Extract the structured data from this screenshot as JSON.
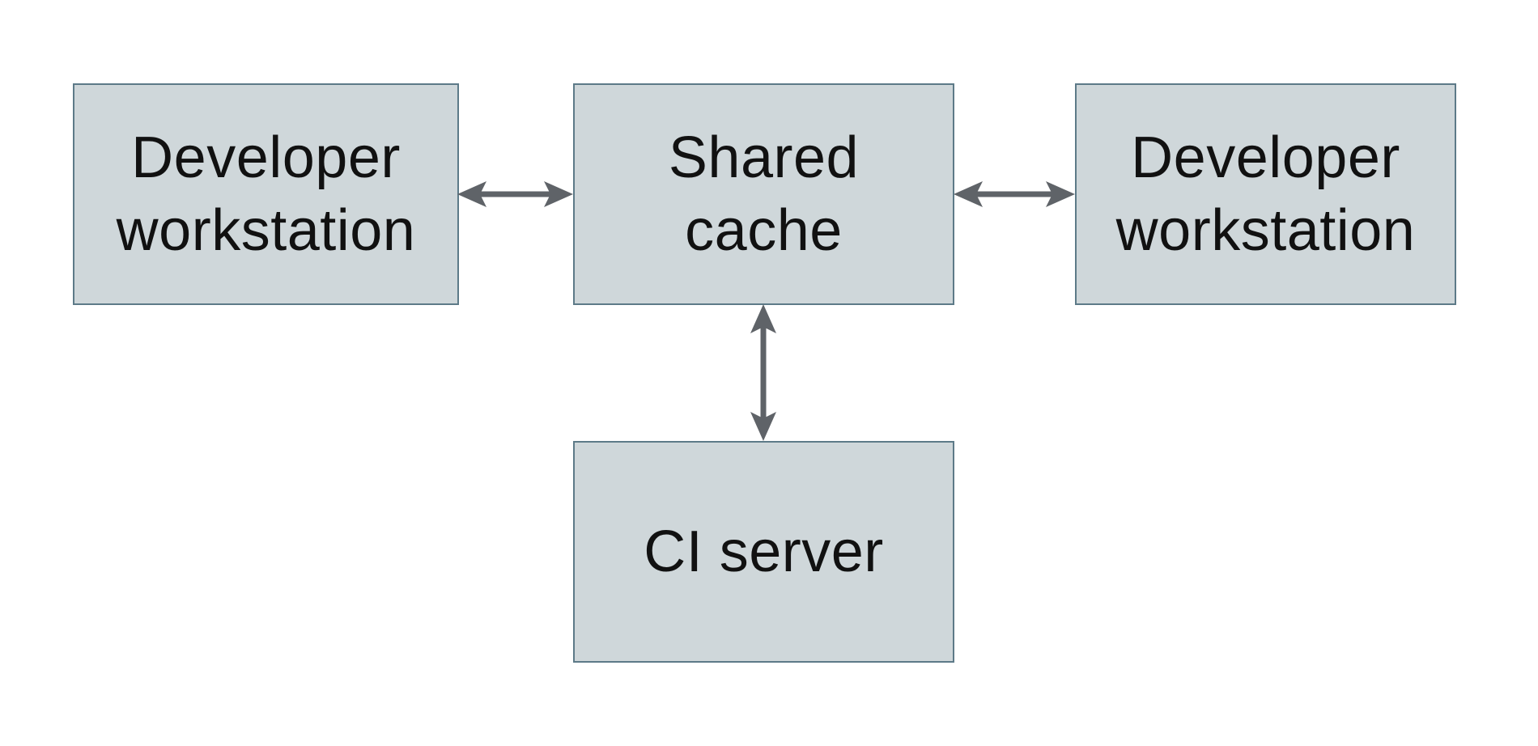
{
  "diagram": {
    "nodes": [
      {
        "id": "developer-workstation-left",
        "label": "Developer\nworkstation"
      },
      {
        "id": "shared-cache",
        "label": "Shared\ncache"
      },
      {
        "id": "developer-workstation-right",
        "label": "Developer\nworkstation"
      },
      {
        "id": "ci-server",
        "label": "CI server"
      }
    ],
    "edges": [
      {
        "from": "developer-workstation-left",
        "to": "shared-cache",
        "direction": "bidirectional"
      },
      {
        "from": "shared-cache",
        "to": "developer-workstation-right",
        "direction": "bidirectional"
      },
      {
        "from": "shared-cache",
        "to": "ci-server",
        "direction": "bidirectional"
      }
    ],
    "colors": {
      "background": "#ffffff",
      "node_fill": "#cfd7da",
      "node_border": "#5d7a88",
      "arrow": "#5f6368",
      "text": "#111111"
    }
  }
}
